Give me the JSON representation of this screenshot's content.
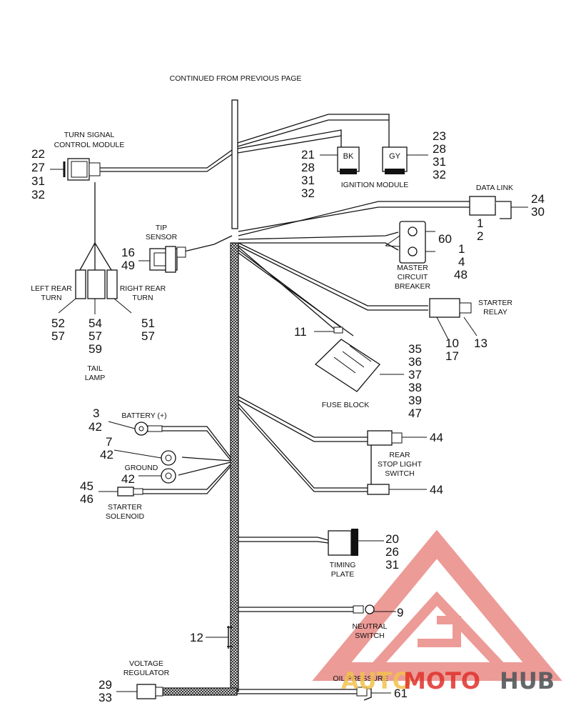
{
  "header": {
    "continued": "CONTINUED FROM PREVIOUS PAGE"
  },
  "components": {
    "turn_signal_module": {
      "label": [
        "TURN SIGNAL",
        "CONTROL MODULE"
      ],
      "refs": [
        "22",
        "27",
        "31",
        "32"
      ]
    },
    "ignition_module": {
      "label": "IGNITION MODULE",
      "left_code": "BK",
      "right_code": "GY",
      "left_refs": [
        "21",
        "28",
        "31",
        "32"
      ],
      "right_refs": [
        "23",
        "28",
        "31",
        "32"
      ]
    },
    "data_link": {
      "label": "DATA LINK",
      "refs": [
        "24",
        "30"
      ]
    },
    "tip_sensor": {
      "label": [
        "TIP",
        "SENSOR"
      ],
      "refs": [
        "16",
        "49"
      ]
    },
    "master_circuit_breaker": {
      "label": [
        "MASTER",
        "CIRCUIT",
        "BREAKER"
      ],
      "refs_top": [
        "1",
        "2"
      ],
      "ref_mid": "60",
      "refs_bottom": [
        "1",
        "4",
        "48"
      ]
    },
    "starter_relay": {
      "label": [
        "STARTER",
        "RELAY"
      ],
      "refs_left": [
        "10",
        "17"
      ],
      "ref_right": "13"
    },
    "fuse_block": {
      "label": "FUSE BLOCK",
      "ref_left": "11",
      "refs": [
        "35",
        "36",
        "37",
        "38",
        "39",
        "47"
      ]
    },
    "left_rear_turn": {
      "label": [
        "LEFT REAR",
        "TURN"
      ],
      "refs": [
        "52",
        "57"
      ]
    },
    "right_rear_turn": {
      "label": [
        "RIGHT REAR",
        "TURN"
      ],
      "refs": [
        "51",
        "57"
      ]
    },
    "tail_lamp": {
      "label": [
        "TAIL",
        "LAMP"
      ],
      "refs": [
        "54",
        "57",
        "59"
      ]
    },
    "battery": {
      "label": "BATTERY (+)",
      "refs": [
        "3",
        "42"
      ]
    },
    "ground": {
      "label": "GROUND",
      "ref_upper": [
        "7",
        "42"
      ],
      "ref_lower": "42"
    },
    "starter_solenoid": {
      "label": [
        "STARTER",
        "SOLENOID"
      ],
      "refs": [
        "45",
        "46"
      ]
    },
    "rear_stop_light_switch": {
      "label": [
        "REAR",
        "STOP LIGHT",
        "SWITCH"
      ],
      "ref_upper": "44",
      "ref_lower": "44"
    },
    "timing_plate": {
      "label": [
        "TIMING",
        "PLATE"
      ],
      "refs": [
        "20",
        "26",
        "31"
      ]
    },
    "neutral_switch": {
      "label": [
        "NEUTRAL",
        "SWITCH"
      ],
      "ref": "9"
    },
    "harness_clip": {
      "ref": "12"
    },
    "voltage_regulator": {
      "label": [
        "VOLTAGE",
        "REGULATOR"
      ],
      "refs": [
        "29",
        "33"
      ]
    },
    "oil_pressure": {
      "label": "OIL PRESSURE",
      "ref": "61"
    }
  },
  "watermark": {
    "auto": "AUTO",
    "moto": "MOTO",
    "hub": "HUB",
    "colors": {
      "red": "#e0312b",
      "gray": "#55585c"
    }
  }
}
